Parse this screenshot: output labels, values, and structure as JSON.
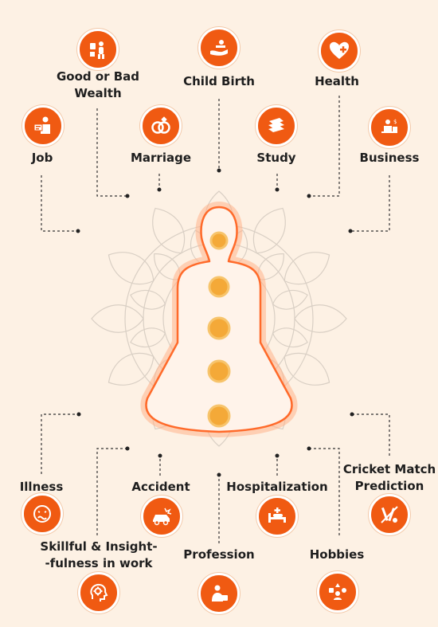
{
  "colors": {
    "accent": "#f05a12",
    "background": "#fdf1e4",
    "glow": "#ff8a4a",
    "chakra": "#f4a938"
  },
  "nodes": {
    "wealth": {
      "label_line1": "Good or Bad",
      "label_line2": "Wealth",
      "icon": "wealth-icon"
    },
    "childbirth": {
      "label": "Child Birth",
      "icon": "child-birth-icon"
    },
    "health": {
      "label": "Health",
      "icon": "heart-plus-icon"
    },
    "job": {
      "label": "Job",
      "icon": "job-icon"
    },
    "marriage": {
      "label": "Marriage",
      "icon": "rings-icon"
    },
    "study": {
      "label": "Study",
      "icon": "books-icon"
    },
    "business": {
      "label": "Business",
      "icon": "business-icon"
    },
    "illness": {
      "label": "Illness",
      "icon": "sick-face-icon"
    },
    "accident": {
      "label": "Accident",
      "icon": "car-crash-icon"
    },
    "hospitalization": {
      "label": "Hospitalization",
      "icon": "hospital-bed-icon"
    },
    "cricket": {
      "label_line1": "Cricket Match",
      "label_line2": "Prediction",
      "icon": "cricket-icon"
    },
    "skillful": {
      "label_line1": "Skillful & Insight-",
      "label_line2": "-fulness in work",
      "icon": "brain-gear-icon"
    },
    "profession": {
      "label": "Profession",
      "icon": "professional-icon"
    },
    "hobbies": {
      "label": "Hobbies",
      "icon": "hobbies-icon"
    }
  }
}
